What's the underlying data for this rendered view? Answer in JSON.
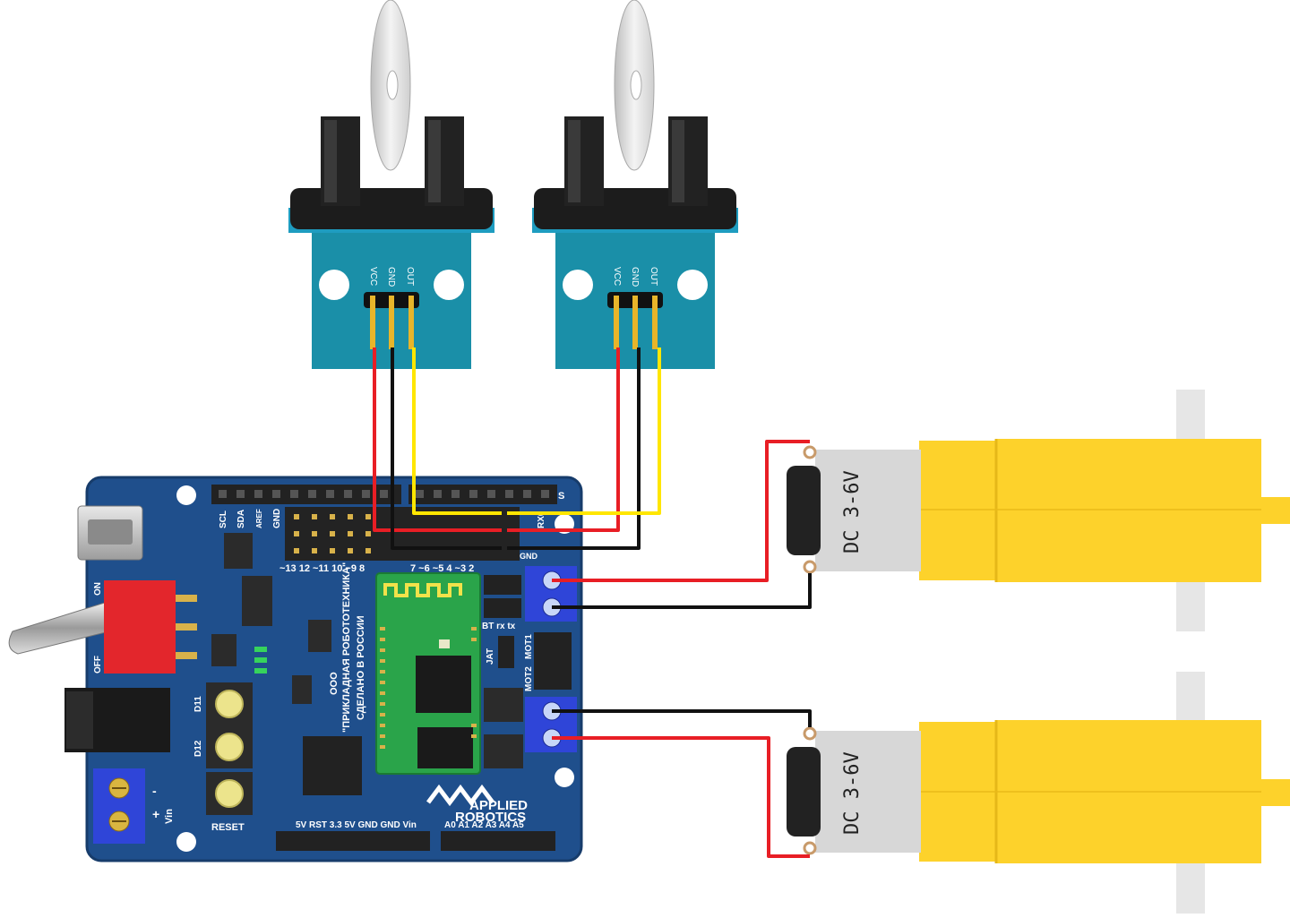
{
  "colors": {
    "board": "#1f4f8c",
    "board_edge": "#173c6b",
    "sensor_pcb": "#1a8fa8",
    "motor_yellow": "#fdd22b",
    "motor_can": "#d7d7d7",
    "wire_red": "#e81e25",
    "wire_black": "#111111",
    "wire_yellow": "#ffe600",
    "terminal_blue": "#2f45d8",
    "switch_red": "#e3262c",
    "bt_green": "#2aa44a"
  },
  "sensors": [
    {
      "pins": [
        "VCC",
        "GND",
        "OUT"
      ]
    },
    {
      "pins": [
        "VCC",
        "GND",
        "OUT"
      ]
    }
  ],
  "motors": [
    {
      "label": "DC 3-6V"
    },
    {
      "label": "DC 3-6V"
    }
  ],
  "board": {
    "top_labels": [
      "SCL",
      "SDA",
      "AREF",
      "GND"
    ],
    "s_label": "S",
    "rx_label": "RX0",
    "digital_pins": "~13 12 ~11 10 ~9 8",
    "digital_pins_2": "7 ~6 ~5 4 ~3 2",
    "gnd_label": "GND",
    "on_label": "ON",
    "off_label": "OFF",
    "d11_label": "D11",
    "d12_label": "D12",
    "reset_label": "RESET",
    "vin_label": "Vin",
    "minus_label": "-",
    "plus_label": "+",
    "company_1": "ООО",
    "company_2": "\"ПРИКЛАДНАЯ РОБОТОТЕХНИКА\"",
    "company_3": "СДЕЛАНО В РОССИИ",
    "bt_label": "BT rx tx",
    "jat_label": "JAT",
    "mot1_label": "MOT1",
    "mot2_label": "MOT2",
    "brand_1": "APPLIED",
    "brand_2": "ROBOTICS",
    "power_pins": "5V RST 3.3 5V GND GND Vin",
    "analog_pins": "A0 A1 A2 A3 A4 A5"
  }
}
